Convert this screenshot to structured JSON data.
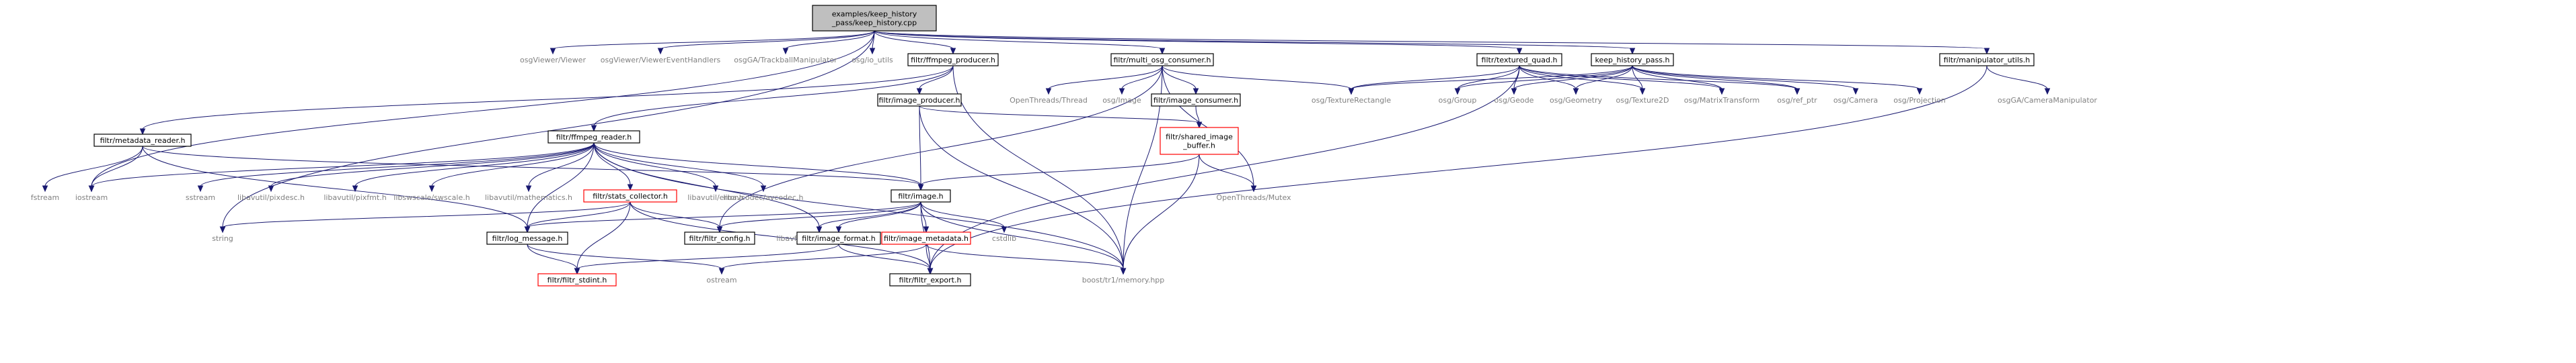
{
  "graph": {
    "root": "examples/keep_history_pass/keep_history.cpp",
    "colors": {
      "edge": "#191970",
      "root_fill": "#bfbfbf",
      "missing_border": "#ff0000",
      "external_text": "#808080"
    },
    "nodes": {
      "root": {
        "lines": [
          "examples/keep_history",
          "_pass/keep_history.cpp"
        ],
        "kind": "root"
      },
      "osgViewerViewer": {
        "lines": [
          "osgViewer/Viewer"
        ],
        "kind": "external"
      },
      "osgViewerEvent": {
        "lines": [
          "osgViewer/ViewerEventHandlers"
        ],
        "kind": "external"
      },
      "osgGATrackball": {
        "lines": [
          "osgGA/TrackballManipulator"
        ],
        "kind": "external"
      },
      "osgIoUtils": {
        "lines": [
          "osg/io_utils"
        ],
        "kind": "external"
      },
      "ffmpegProducer": {
        "lines": [
          "filtr/ffmpeg_producer.h"
        ],
        "kind": "header"
      },
      "multiOsgConsumer": {
        "lines": [
          "filtr/multi_osg_consumer.h"
        ],
        "kind": "header"
      },
      "texturedQuad": {
        "lines": [
          "filtr/textured_quad.h"
        ],
        "kind": "header"
      },
      "keepHistoryPass": {
        "lines": [
          "keep_history_pass.h"
        ],
        "kind": "header"
      },
      "manipulatorUtils": {
        "lines": [
          "filtr/manipulator_utils.h"
        ],
        "kind": "header"
      },
      "imageProducer": {
        "lines": [
          "filtr/image_producer.h"
        ],
        "kind": "header"
      },
      "openThreadsThread": {
        "lines": [
          "OpenThreads/Thread"
        ],
        "kind": "external"
      },
      "osgImage": {
        "lines": [
          "osg/Image"
        ],
        "kind": "external"
      },
      "imageConsumer": {
        "lines": [
          "filtr/image_consumer.h"
        ],
        "kind": "header"
      },
      "osgTextureRectangle": {
        "lines": [
          "osg/TextureRectangle"
        ],
        "kind": "external"
      },
      "osgGroup": {
        "lines": [
          "osg/Group"
        ],
        "kind": "external"
      },
      "osgGeode": {
        "lines": [
          "osg/Geode"
        ],
        "kind": "external"
      },
      "osgGeometry": {
        "lines": [
          "osg/Geometry"
        ],
        "kind": "external"
      },
      "osgTexture2D": {
        "lines": [
          "osg/Texture2D"
        ],
        "kind": "external"
      },
      "osgMatrixTransform": {
        "lines": [
          "osg/MatrixTransform"
        ],
        "kind": "external"
      },
      "osgRefPtr": {
        "lines": [
          "osg/ref_ptr"
        ],
        "kind": "external"
      },
      "osgCamera": {
        "lines": [
          "osg/Camera"
        ],
        "kind": "external"
      },
      "osgProjection": {
        "lines": [
          "osg/Projection"
        ],
        "kind": "external"
      },
      "osgGACamera": {
        "lines": [
          "osgGA/CameraManipulator"
        ],
        "kind": "external"
      },
      "metadataReader": {
        "lines": [
          "filtr/metadata_reader.h"
        ],
        "kind": "header"
      },
      "ffmpegReader": {
        "lines": [
          "filtr/ffmpeg_reader.h"
        ],
        "kind": "header"
      },
      "sharedImageBuffer": {
        "lines": [
          "filtr/shared_image",
          "_buffer.h"
        ],
        "kind": "missing"
      },
      "fstream": {
        "lines": [
          "fstream"
        ],
        "kind": "external"
      },
      "iostream": {
        "lines": [
          "iostream"
        ],
        "kind": "external"
      },
      "sstream": {
        "lines": [
          "sstream"
        ],
        "kind": "external"
      },
      "pixdesc": {
        "lines": [
          "libavutil/pixdesc.h"
        ],
        "kind": "external"
      },
      "pixfmt": {
        "lines": [
          "libavutil/pixfmt.h"
        ],
        "kind": "external"
      },
      "swscale": {
        "lines": [
          "libswscale/swscale.h"
        ],
        "kind": "external"
      },
      "mathematics": {
        "lines": [
          "libavutil/mathematics.h"
        ],
        "kind": "external"
      },
      "statsCollector": {
        "lines": [
          "filtr/stats_collector.h"
        ],
        "kind": "missing"
      },
      "avError": {
        "lines": [
          "libavutil/error.h"
        ],
        "kind": "external"
      },
      "avcodec": {
        "lines": [
          "libavcodec/avcodec.h"
        ],
        "kind": "external"
      },
      "filtrImage": {
        "lines": [
          "filtr/image.h"
        ],
        "kind": "header"
      },
      "openThreadsMutex": {
        "lines": [
          "OpenThreads/Mutex"
        ],
        "kind": "external"
      },
      "string": {
        "lines": [
          "string"
        ],
        "kind": "external"
      },
      "logMessage": {
        "lines": [
          "filtr/log_message.h"
        ],
        "kind": "header"
      },
      "filtrConfig": {
        "lines": [
          "filtr/filtr_config.h"
        ],
        "kind": "header"
      },
      "avformat": {
        "lines": [
          "libavformat/avformat.h"
        ],
        "kind": "external"
      },
      "imageFormat": {
        "lines": [
          "filtr/image_format.h"
        ],
        "kind": "header"
      },
      "imageMetadata": {
        "lines": [
          "filtr/image_metadata.h"
        ],
        "kind": "missing"
      },
      "cstdlib": {
        "lines": [
          "cstdlib"
        ],
        "kind": "external"
      },
      "filtrStdint": {
        "lines": [
          "filtr/filtr_stdint.h"
        ],
        "kind": "missing"
      },
      "ostream": {
        "lines": [
          "ostream"
        ],
        "kind": "external"
      },
      "filtrExport": {
        "lines": [
          "filtr/filtr_export.h"
        ],
        "kind": "header"
      },
      "boostMemory": {
        "lines": [
          "boost/tr1/memory.hpp"
        ],
        "kind": "external"
      }
    }
  }
}
